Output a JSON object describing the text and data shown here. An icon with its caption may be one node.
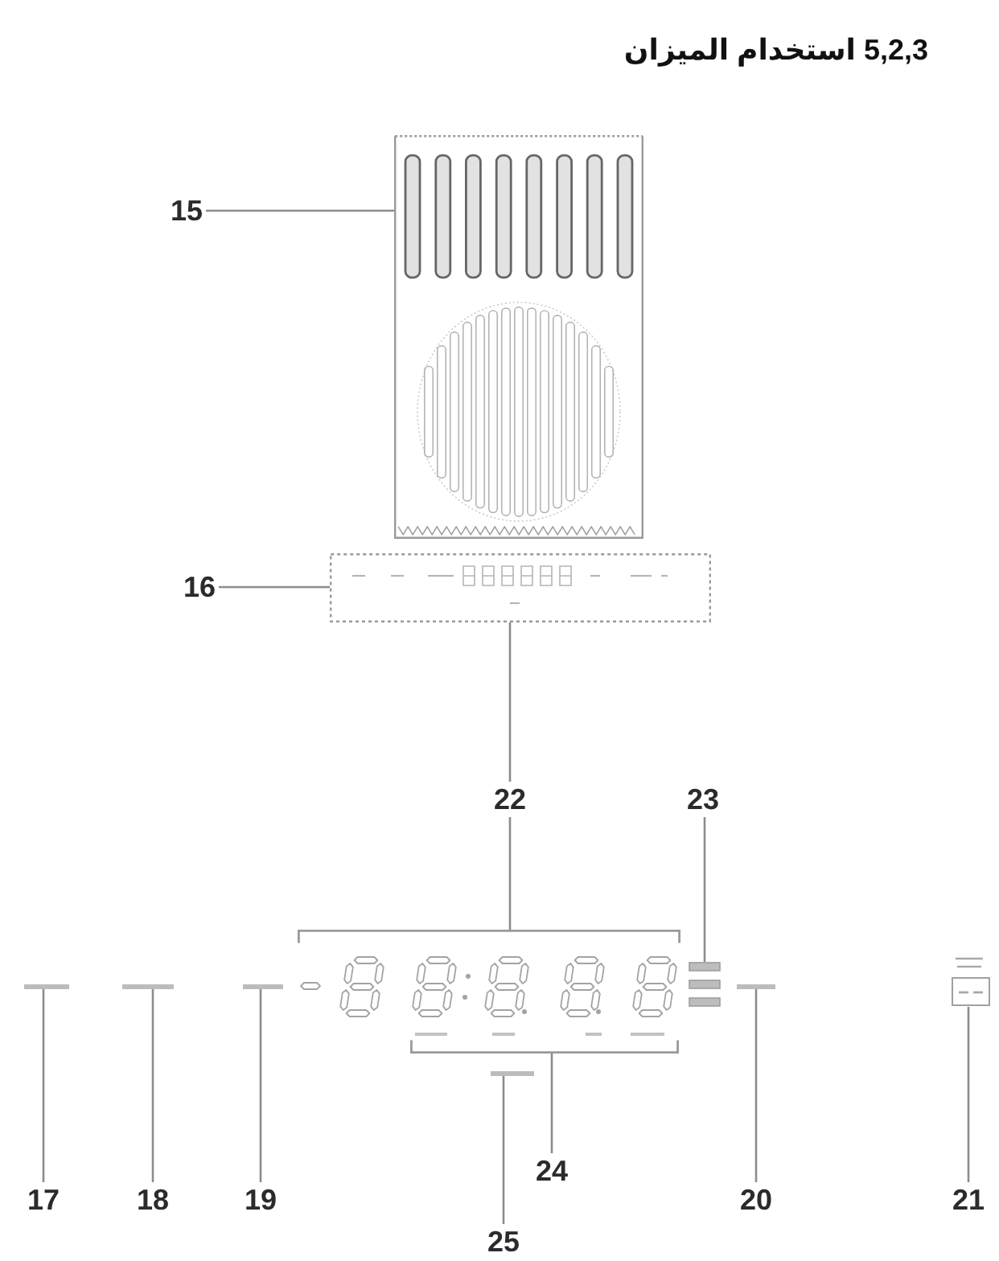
{
  "diagram": {
    "title": "5,2,3 استخدام الميزان",
    "nodes": [
      {
        "text": [
          "15"
        ]
      },
      {
        "text": [],
        "shape": "picture"
      },
      {
        "text": [
          "16"
        ]
      },
      {
        "text": [],
        "shape": "box"
      },
      {
        "text": [
          "22"
        ]
      },
      {
        "text": [
          "23"
        ]
      },
      {
        "text": [],
        "shape": "bracket"
      },
      {
        "text": [],
        "shape": "picture"
      },
      {
        "text": [],
        "shape": "bar"
      },
      {
        "text": [],
        "shape": "bar"
      },
      {
        "text": [],
        "shape": "bar"
      },
      {
        "text": [],
        "shape": "bar"
      },
      {
        "text": [],
        "shape": "picture"
      },
      {
        "text": [],
        "shape": "bracket"
      },
      {
        "text": [],
        "shape": "bar"
      },
      {
        "text": [
          "24"
        ]
      },
      {
        "text": [
          "17"
        ]
      },
      {
        "text": [
          "18"
        ]
      },
      {
        "text": [
          "19"
        ]
      },
      {
        "text": [
          "20"
        ]
      },
      {
        "text": [
          "21"
        ]
      },
      {
        "text": [
          "25"
        ]
      }
    ],
    "edges": [
      {
        "from": 0,
        "to": 1,
        "arrow": "none"
      },
      {
        "from": 2,
        "to": 3,
        "arrow": "none"
      },
      {
        "from": 3,
        "to": 4,
        "arrow": "none"
      },
      {
        "from": 4,
        "to": 6,
        "arrow": "none"
      },
      {
        "from": 5,
        "to": 7,
        "arrow": "none"
      },
      {
        "from": 16,
        "to": 8,
        "arrow": "none"
      },
      {
        "from": 17,
        "to": 9,
        "arrow": "none"
      },
      {
        "from": 18,
        "to": 10,
        "arrow": "none"
      },
      {
        "from": 19,
        "to": 11,
        "arrow": "none"
      },
      {
        "from": 20,
        "to": 12,
        "arrow": "none"
      },
      {
        "from": 15,
        "to": 13,
        "arrow": "none"
      },
      {
        "from": 21,
        "to": 14,
        "arrow": "none"
      }
    ]
  }
}
